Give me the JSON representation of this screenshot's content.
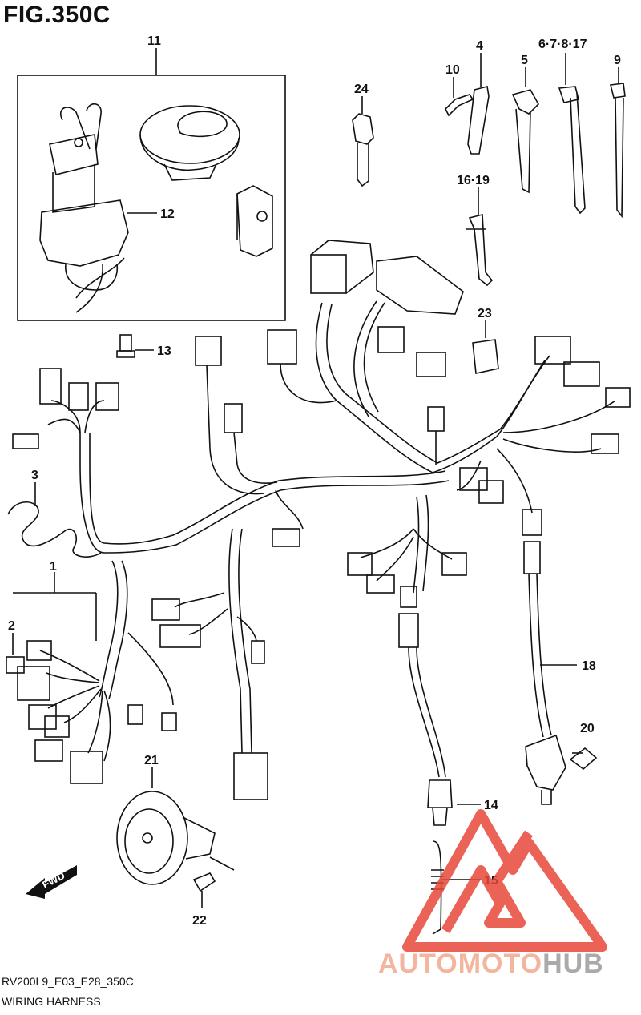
{
  "header": {
    "title": "FIG.350C"
  },
  "footer": {
    "code": "RV200L9_E03_E28_350C",
    "name": "WIRING HARNESS"
  },
  "labels": {
    "l11": "11",
    "l12": "12",
    "l13": "13",
    "l24": "24",
    "l10": "10",
    "l4": "4",
    "l5": "5",
    "l6": "6·7·8·17",
    "l9": "9",
    "l16": "16·19",
    "l23": "23",
    "l3": "3",
    "l1": "1",
    "l2": "2",
    "l18": "18",
    "l20": "20",
    "l21": "21",
    "l14": "14",
    "l15": "15",
    "l22": "22"
  },
  "fwd_badge": {
    "text": "FWD"
  },
  "watermark": {
    "part1": "AUTOMOTO",
    "part2": "HUB",
    "color_main": "#f3a98f",
    "color_hub": "#9c9c9c"
  },
  "colors": {
    "line": "#111111",
    "watermark_red": "#e8473a"
  }
}
